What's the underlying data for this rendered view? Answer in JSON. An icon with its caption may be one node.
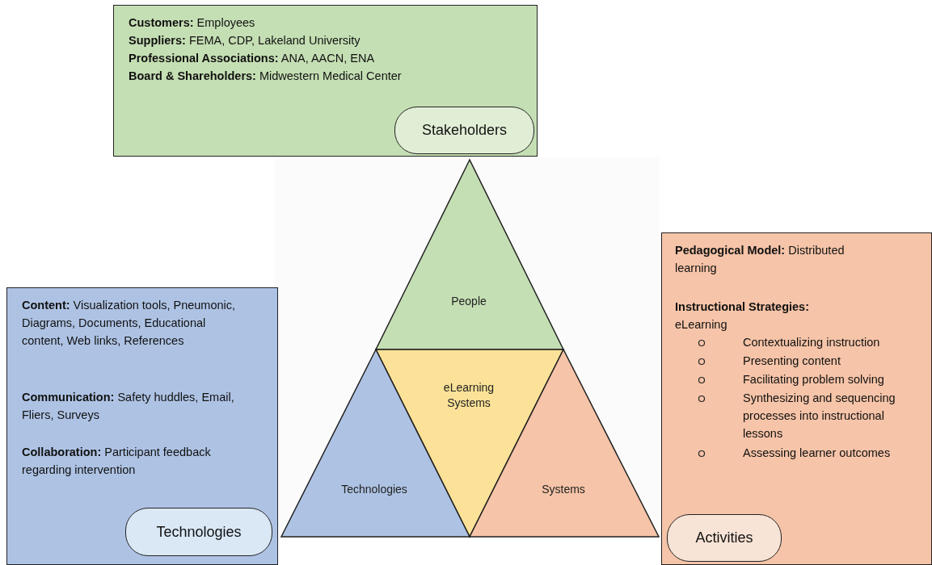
{
  "diagram": {
    "nodes": [
      {
        "text": [
          "**Customers:** Employees",
          "**Suppliers:** FEMA, CDP, Lakeland University",
          "**Professional Associations:** ANA, AACN, ENA",
          "**Board & Shareholders:** Midwestern Medical Center"
        ]
      },
      {
        "text": [
          "Stakeholders"
        ],
        "in": 0
      },
      {
        "text": [
          "People"
        ]
      },
      {
        "text": [
          "eLearning Systems"
        ]
      },
      {
        "text": [
          "Technologies"
        ]
      },
      {
        "text": [
          "Systems"
        ]
      },
      {
        "text": [
          "**Content:** Visualization tools, Pneumonic, Diagrams, Documents, Educational content, Web links, References",
          "**Communication:** Safety huddles, Email, Fliers, Surveys",
          "**Collaboration:** Participant feedback regarding intervention"
        ]
      },
      {
        "text": [
          "Technologies"
        ],
        "in": 6
      },
      {
        "text": [
          "**Pedagogical Model:** Distributed learning",
          "**Instructional Strategies:**",
          "eLearning",
          "Contextualizing instruction",
          "Presenting content",
          "Facilitating problem solving",
          "Synthesizing and sequencing processes into instructional lessons",
          "Assessing learner outcomes"
        ]
      },
      {
        "text": [
          "Activities"
        ],
        "in": 8
      }
    ]
  }
}
